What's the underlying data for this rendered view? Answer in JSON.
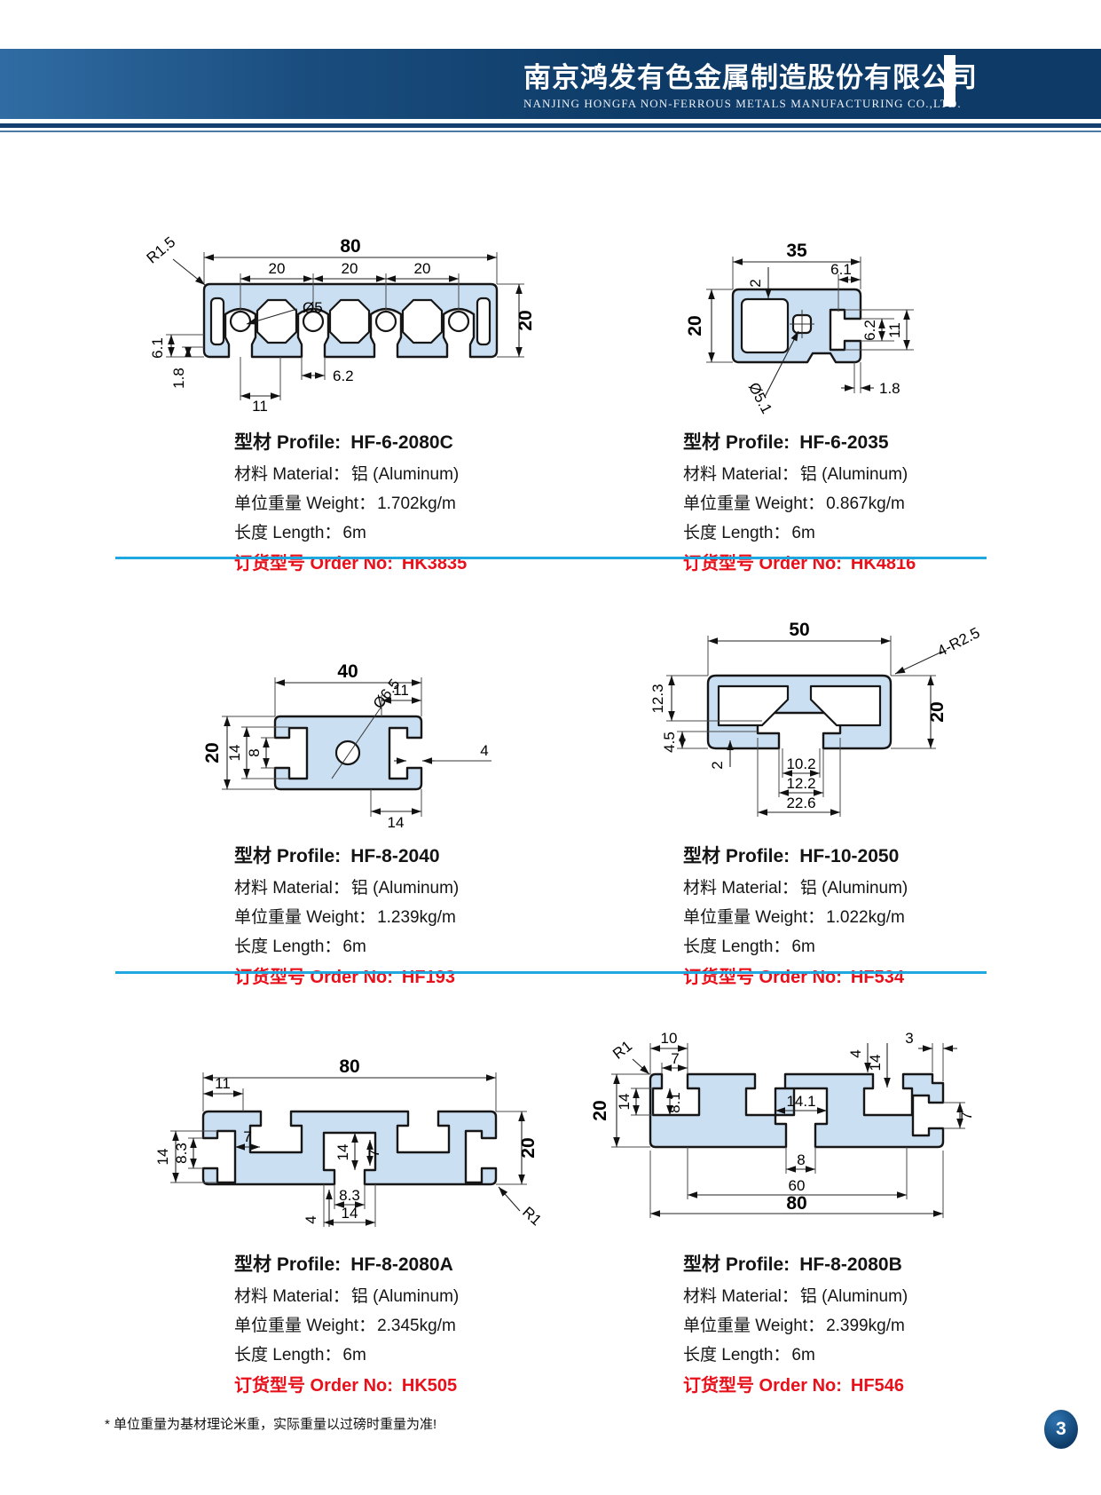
{
  "header": {
    "title_cn": "南京鸿发有色金属制造股份有限公司",
    "title_en": "NANJING HONGFA NON-FERROUS METALS MANUFACTURING CO.,LTD."
  },
  "labels": {
    "profile": "型材 Profile:",
    "material": "材料 Material：",
    "weight": "单位重量 Weight：",
    "length": "长度 Length：",
    "order": "订货型号 Order No:"
  },
  "products": [
    {
      "profile": "HF-6-2080C",
      "material": "铝 (Aluminum)",
      "weight": "1.702kg/m",
      "length": "6m",
      "order_no": "HK3835",
      "dims": [
        "80",
        "20",
        "20",
        "20",
        "20",
        "R1.5",
        "Ø5",
        "6.2",
        "11",
        "6.1",
        "1.8"
      ]
    },
    {
      "profile": "HF-6-2035",
      "material": "铝 (Aluminum)",
      "weight": "0.867kg/m",
      "length": "6m",
      "order_no": "HK4816",
      "dims": [
        "35",
        "20",
        "6.1",
        "2",
        "6.2",
        "11",
        "1.8",
        "Ø5.1"
      ]
    },
    {
      "profile": "HF-8-2040",
      "material": "铝 (Aluminum)",
      "weight": "1.239kg/m",
      "length": "6m",
      "order_no": "HF193",
      "dims": [
        "40",
        "20",
        "Ø6.5",
        "11",
        "4",
        "14",
        "8",
        "14"
      ]
    },
    {
      "profile": "HF-10-2050",
      "material": "铝 (Aluminum)",
      "weight": "1.022kg/m",
      "length": "6m",
      "order_no": "HF534",
      "dims": [
        "50",
        "20",
        "4-R2.5",
        "12.3",
        "4.5",
        "2",
        "10.2",
        "12.2",
        "22.6"
      ]
    },
    {
      "profile": "HF-8-2080A",
      "material": "铝 (Aluminum)",
      "weight": "2.345kg/m",
      "length": "6m",
      "order_no": "HK505",
      "dims": [
        "80",
        "20",
        "11",
        "14",
        "8.3",
        "7",
        "14",
        "7",
        "4",
        "8.3",
        "14",
        "R1"
      ]
    },
    {
      "profile": "HF-8-2080B",
      "material": "铝 (Aluminum)",
      "weight": "2.399kg/m",
      "length": "6m",
      "order_no": "HF546",
      "dims": [
        "80",
        "20",
        "10",
        "7",
        "R1",
        "14",
        "8.1",
        "14.1",
        "8",
        "4",
        "14",
        "3",
        "7",
        "60"
      ]
    }
  ],
  "footer": {
    "note": "* 单位重量为基材理论米重，实际重量以过磅时重量为准!",
    "page": "3"
  },
  "colors": {
    "order_red": "#e8101a",
    "divider_cyan": "#1fa8e0",
    "band_dark": "#0d3a66",
    "profile_fill": "#cbdff2"
  }
}
